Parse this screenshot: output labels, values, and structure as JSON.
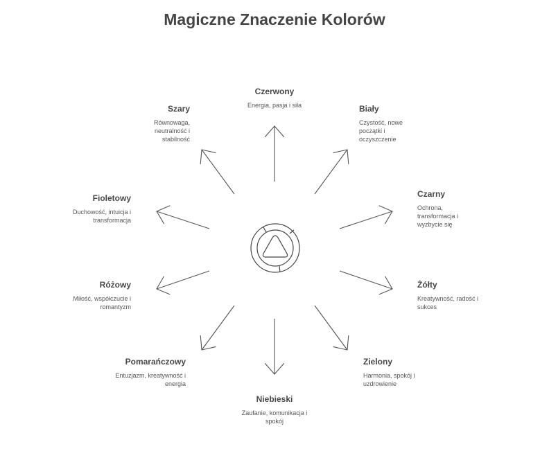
{
  "title": "Magiczne Znaczenie Kolorów",
  "colors": [
    {
      "name": "Czerwony",
      "meaning": "Energia, pasja i siła"
    },
    {
      "name": "Biały",
      "meaning": "Czystość, nowe początki i oczyszczenie"
    },
    {
      "name": "Czarny",
      "meaning": "Ochrona, transformacja i wyzbycie się"
    },
    {
      "name": "Żółty",
      "meaning": "Kreatywność, radość i sukces"
    },
    {
      "name": "Zielony",
      "meaning": "Harmonia, spokój i uzdrowienie"
    },
    {
      "name": "Niebieski",
      "meaning": "Zaufanie, komunikacja i spokój"
    },
    {
      "name": "Pomarańczowy",
      "meaning": "Entuzjazm, kreatywność i energia"
    },
    {
      "name": "Różowy",
      "meaning": "Miłość, współczucie i romantyzm"
    },
    {
      "name": "Fioletowy",
      "meaning": "Duchowość, intuicja i transformacja"
    },
    {
      "name": "Szary",
      "meaning": "Równowaga, neutralność i stabilność"
    }
  ],
  "stroke_color": "#444444"
}
